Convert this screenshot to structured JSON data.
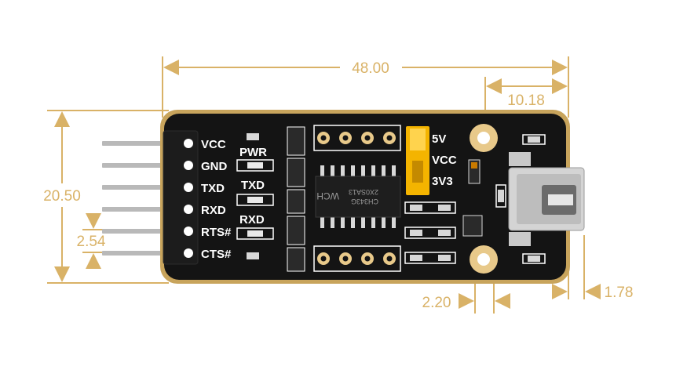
{
  "dimensions": {
    "width": "48.00",
    "usb_offset": "10.18",
    "height": "20.50",
    "pin_pitch": "2.54",
    "hole_diameter": "2.20",
    "usb_overhang": "1.78"
  },
  "pin_labels": [
    "VCC",
    "GND",
    "TXD",
    "RXD",
    "RTS#",
    "CTS#"
  ],
  "led_labels": [
    "PWR",
    "TXD",
    "RXD"
  ],
  "jumper_labels": [
    "5V",
    "VCC",
    "3V3"
  ],
  "chip_marking": "CH343G",
  "chip_marking_2": "2X0SA13",
  "logo_text": "WCH",
  "colors": {
    "dimension": "#d9b267",
    "board": "#141414",
    "board_edge": "#c8a45c",
    "pads": "#e8c98a",
    "jumper": "#f4b400",
    "silkscreen": "#ffffff"
  }
}
